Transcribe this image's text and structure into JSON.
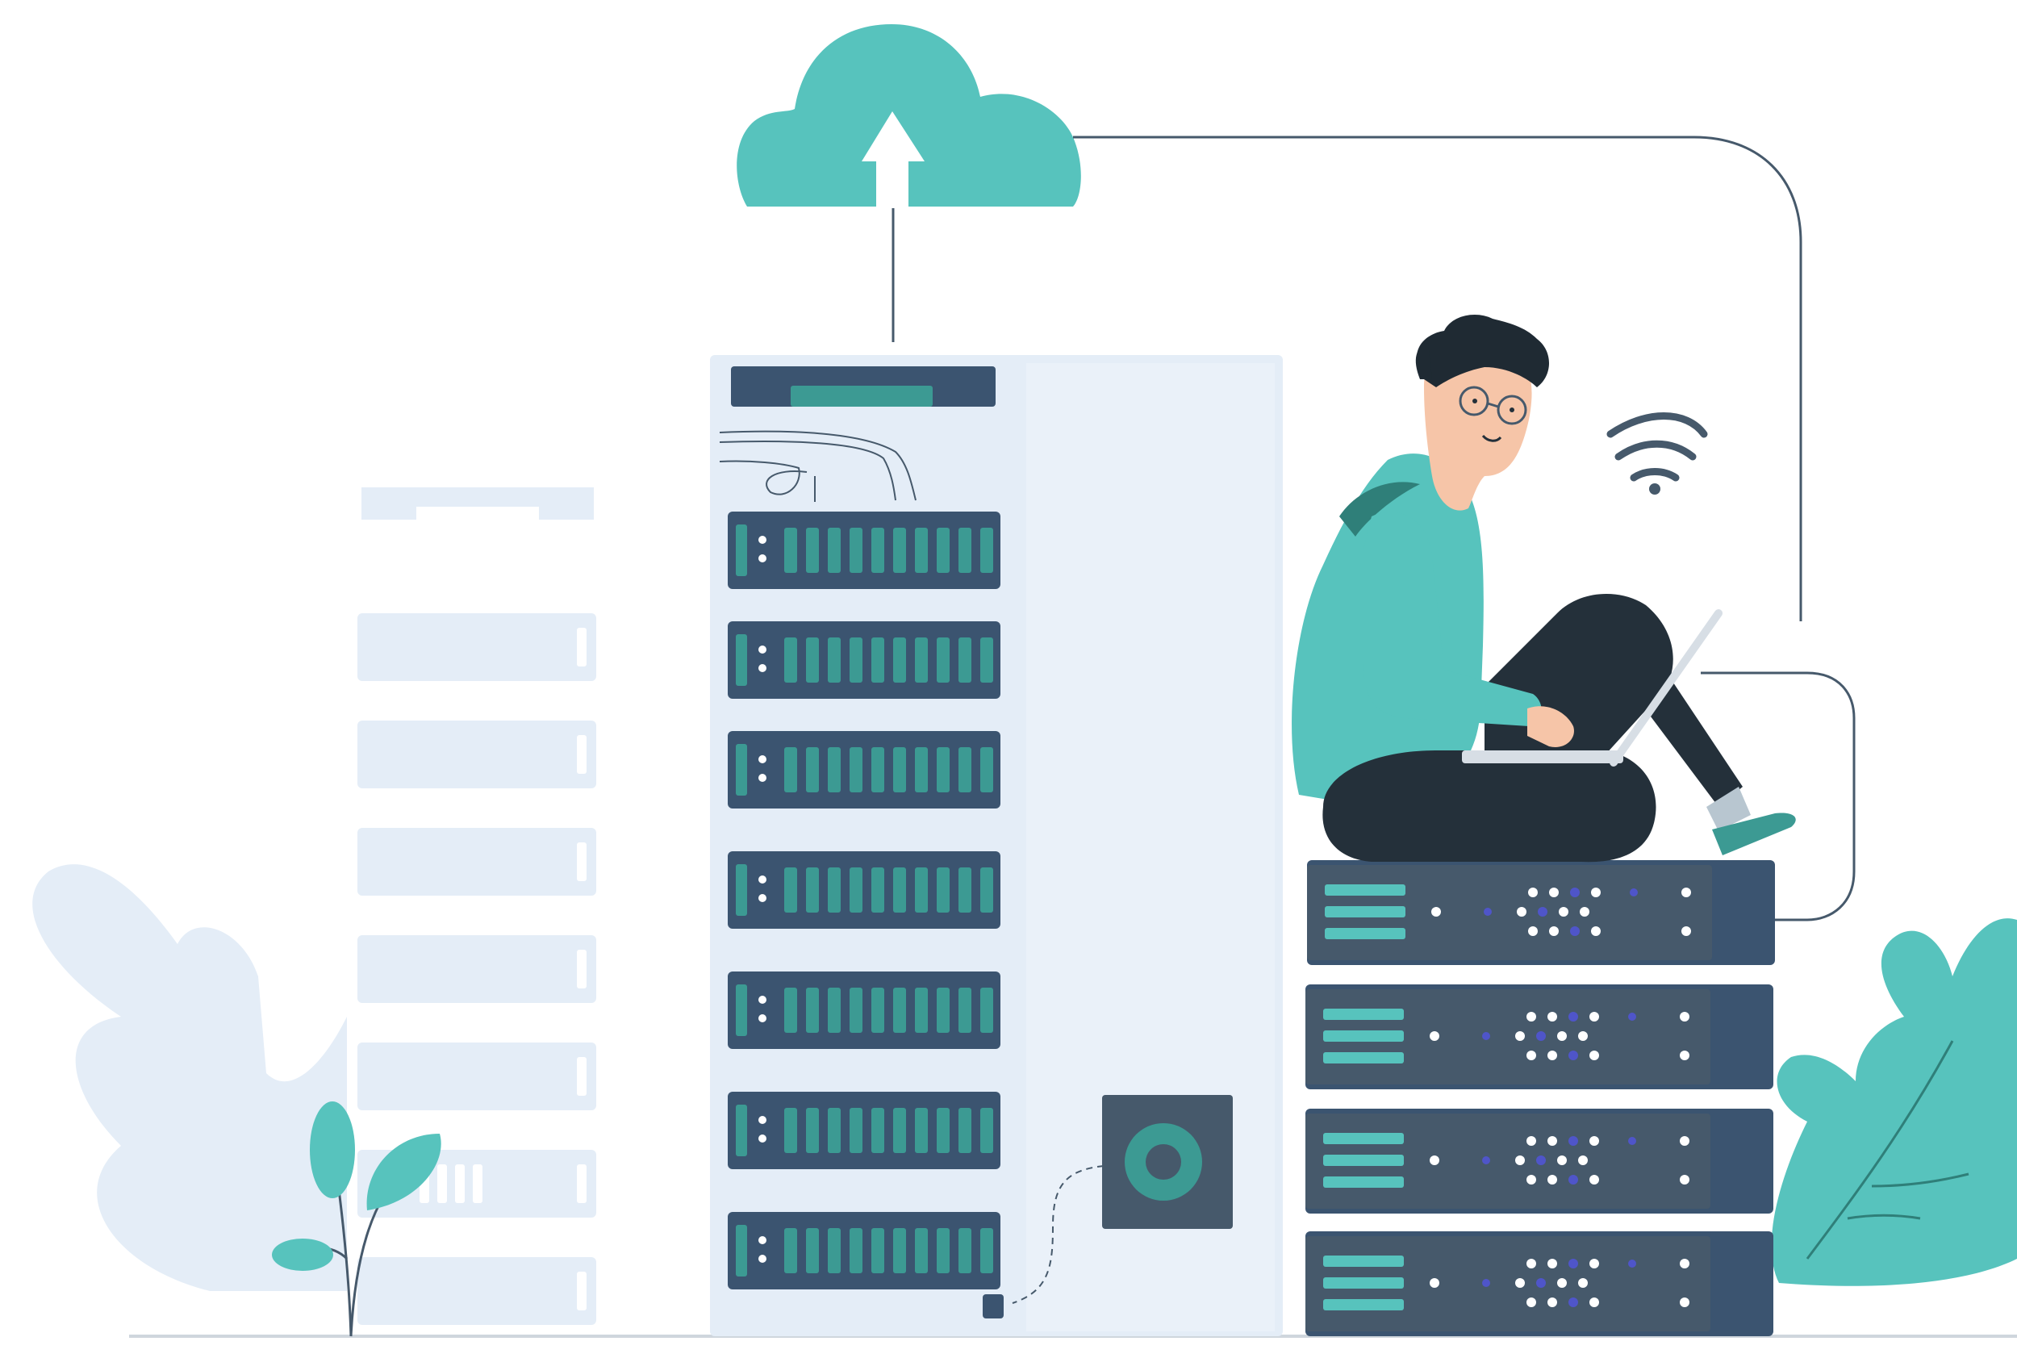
{
  "illustration": {
    "subject": "cloud-hosting-data-center",
    "colors": {
      "teal": "#57c3bd",
      "teal_dark": "#3c9a93",
      "navy": "#3b5470",
      "slate": "#46596b",
      "pale_blue": "#e4edf7",
      "ink": "#24303a",
      "skin": "#f6c5a8",
      "hair": "#1f2a33"
    },
    "icons": [
      "cloud-upload-icon",
      "wifi-icon",
      "server-rack",
      "laptop",
      "plant"
    ]
  }
}
